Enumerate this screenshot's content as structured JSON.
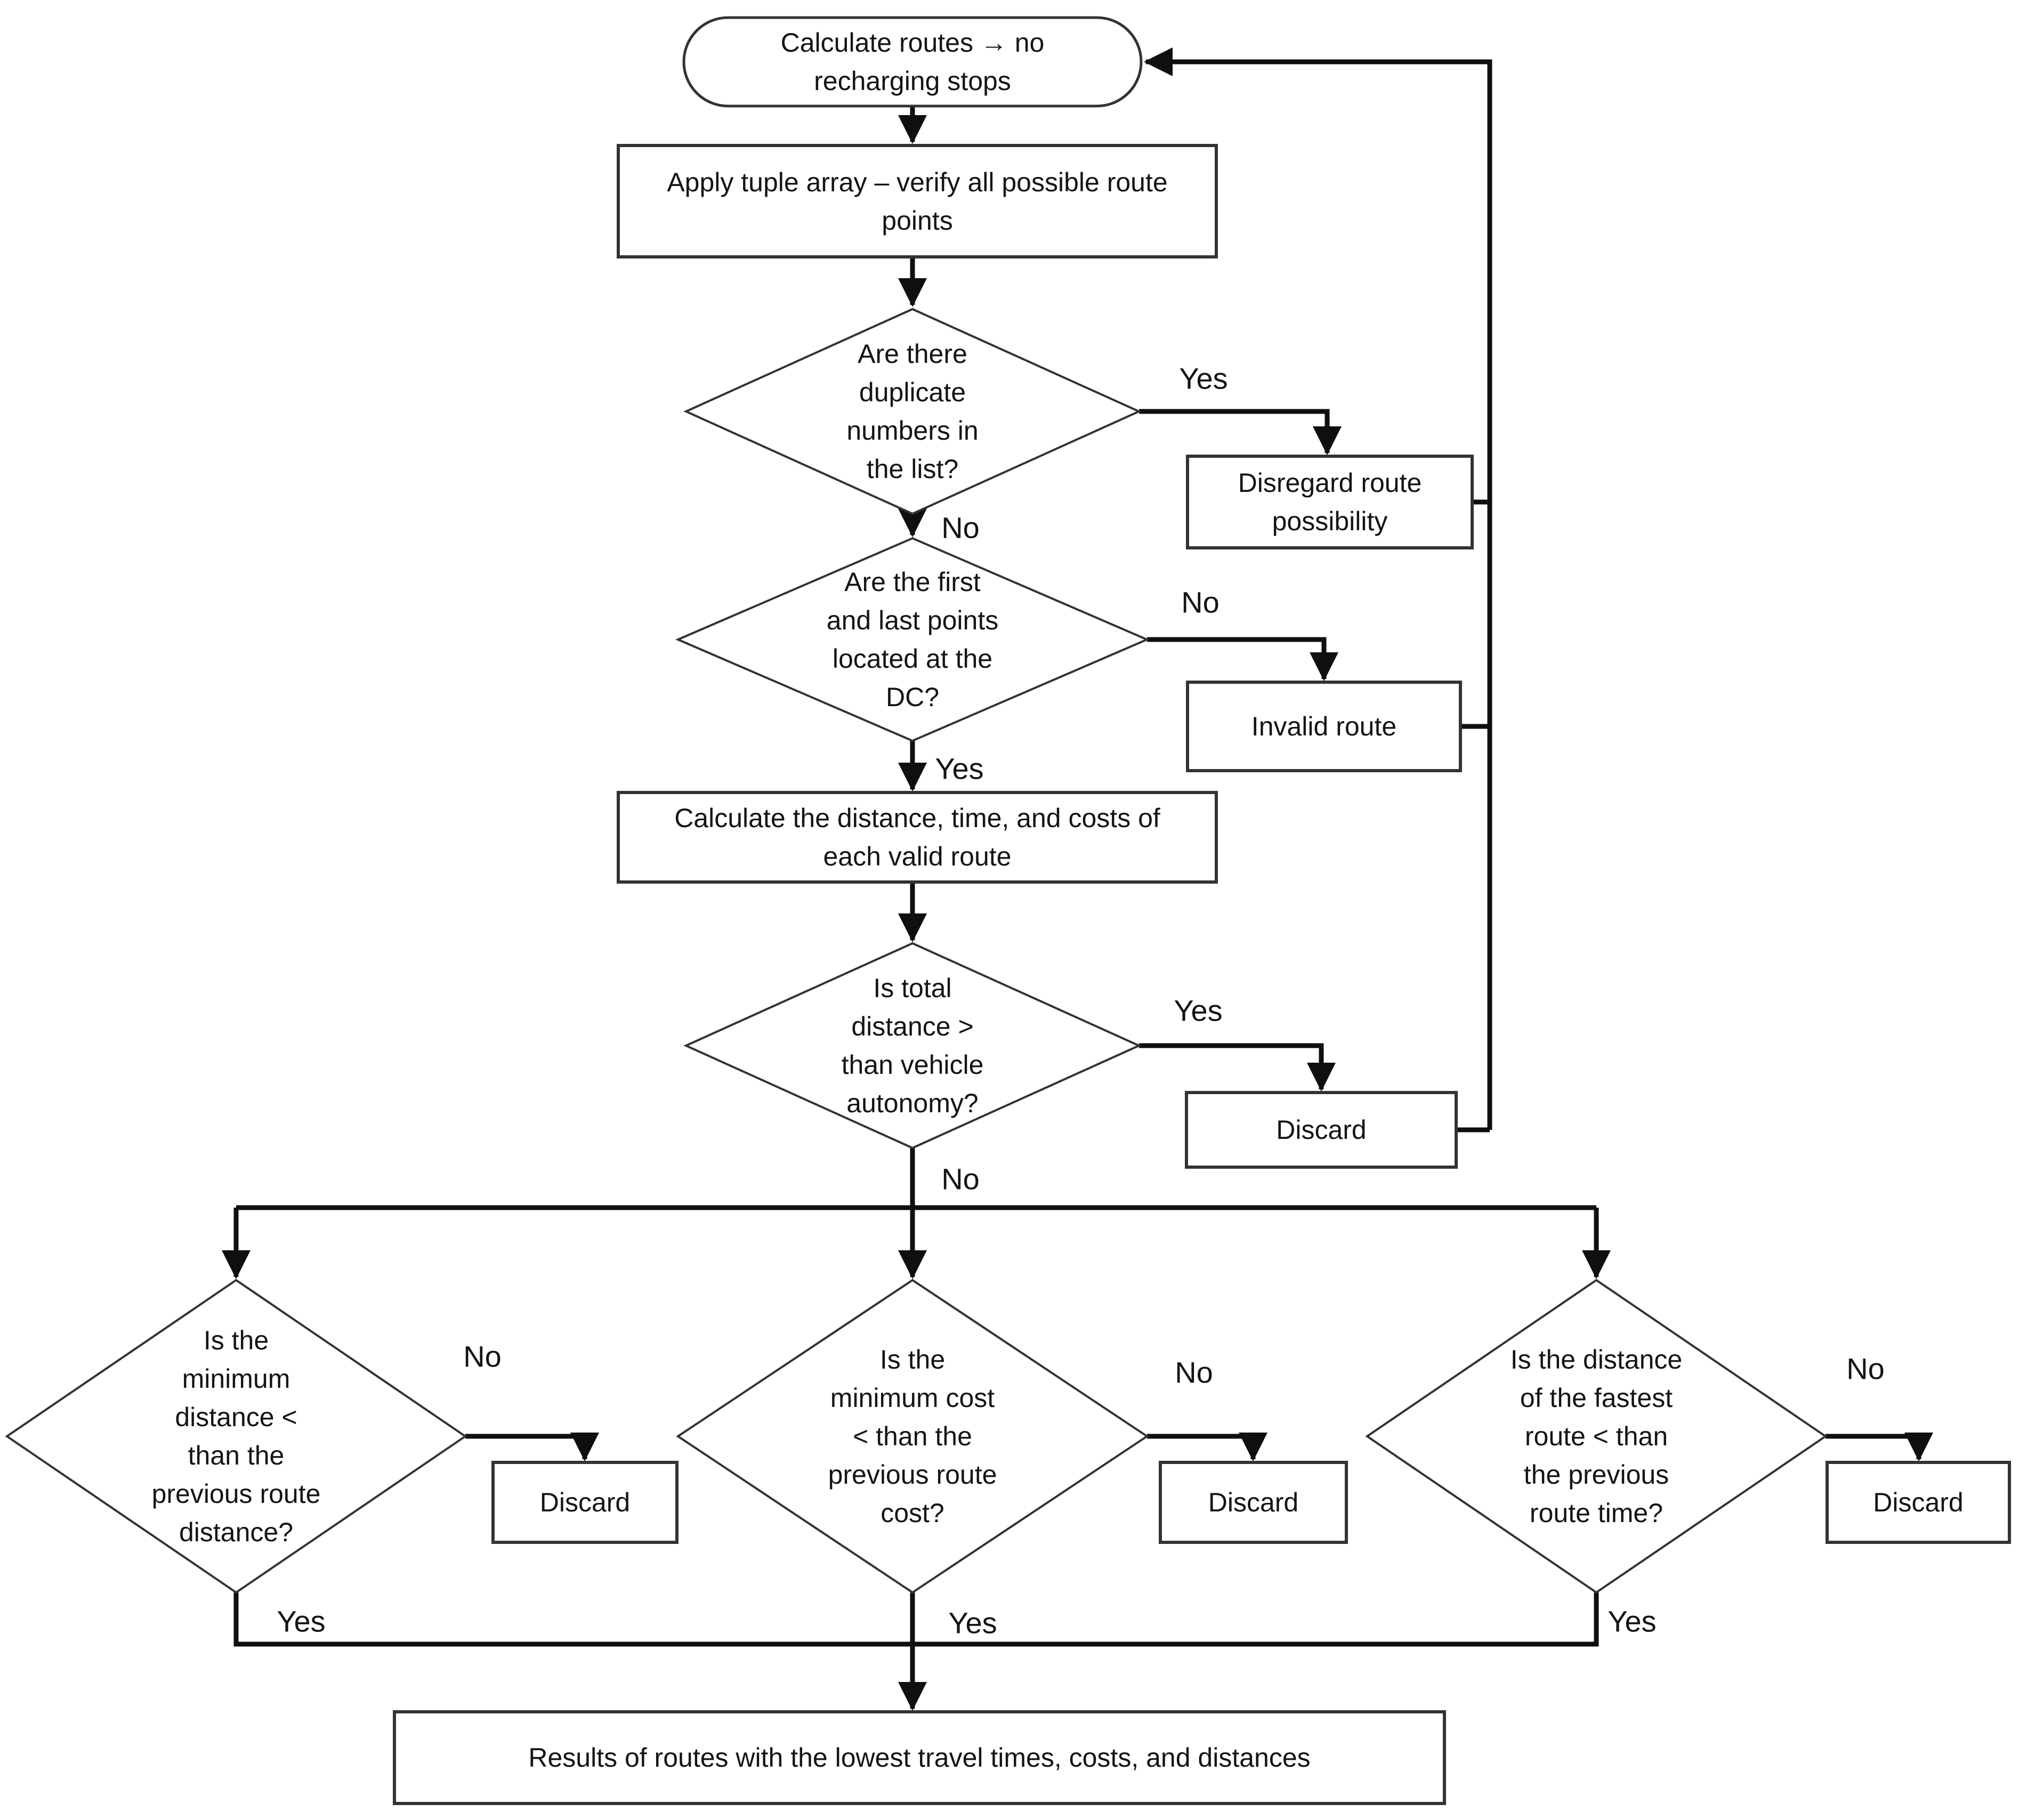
{
  "diagram": {
    "background_color": "#ffffff",
    "line_color": "#0f0f0f",
    "shape_outline_color": "#333333",
    "nodes": {
      "start": {
        "type": "terminator",
        "label": "Calculate routes → no\nrecharging stops"
      },
      "apply_tuple": {
        "type": "process",
        "label": "Apply tuple array – verify all possible route\npoints"
      },
      "duplicate_check": {
        "type": "decision",
        "label": "Are there\nduplicate\nnumbers in\nthe list?"
      },
      "disregard": {
        "type": "process",
        "label": "Disregard route\npossibility"
      },
      "dc_check": {
        "type": "decision",
        "label": "Are the first\nand last points\nlocated at the\nDC?"
      },
      "invalid_route": {
        "type": "process",
        "label": "Invalid route"
      },
      "calculate": {
        "type": "process",
        "label": "Calculate the distance, time, and costs of\neach valid route"
      },
      "autonomy_check": {
        "type": "decision",
        "label": "Is total\ndistance >\nthan vehicle\nautonomy?"
      },
      "discard_autonomy": {
        "type": "process",
        "label": "Discard"
      },
      "min_distance_check": {
        "type": "decision",
        "label": "Is the\nminimum\ndistance <\nthan the\nprevious route\ndistance?"
      },
      "discard_distance": {
        "type": "process",
        "label": "Discard"
      },
      "min_cost_check": {
        "type": "decision",
        "label": "Is the\nminimum cost\n< than the\nprevious route\ncost?"
      },
      "discard_cost": {
        "type": "process",
        "label": "Discard"
      },
      "fastest_route_check": {
        "type": "decision",
        "label": "Is the distance\nof the fastest\nroute < than\nthe previous\nroute time?"
      },
      "discard_time": {
        "type": "process",
        "label": "Discard"
      },
      "results": {
        "type": "process",
        "label": "Results of routes with the lowest travel times, costs, and distances"
      }
    },
    "edge_labels": {
      "duplicate_yes": "Yes",
      "duplicate_no": "No",
      "dc_no": "No",
      "dc_yes": "Yes",
      "autonomy_yes": "Yes",
      "autonomy_no": "No",
      "distance_no": "No",
      "distance_yes": "Yes",
      "cost_no": "No",
      "cost_yes": "Yes",
      "time_no": "No",
      "time_yes": "Yes"
    }
  }
}
